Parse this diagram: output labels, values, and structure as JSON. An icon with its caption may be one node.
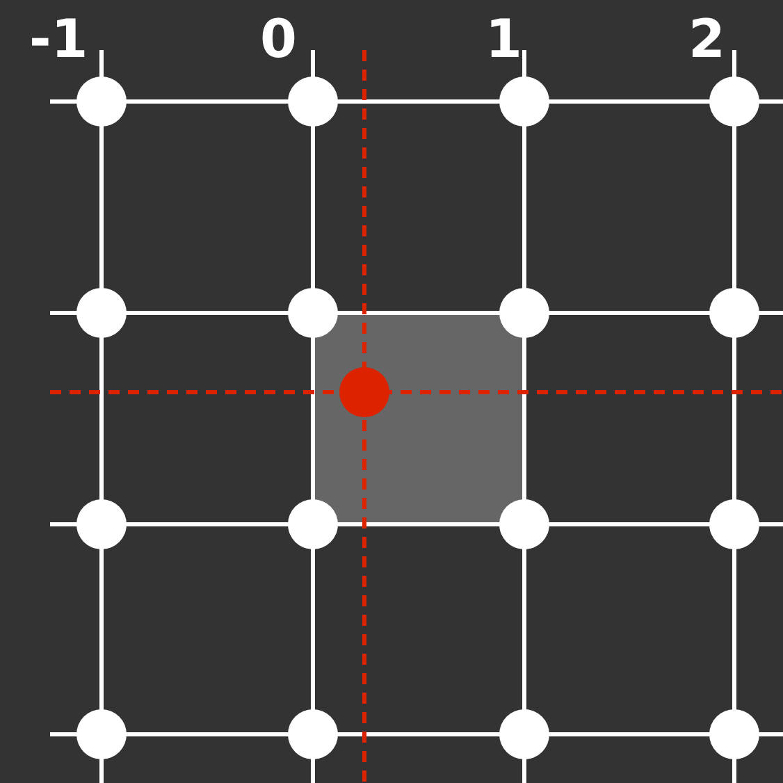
{
  "diagram": {
    "labels": [
      "-1",
      "0",
      "1",
      "2"
    ]
  }
}
